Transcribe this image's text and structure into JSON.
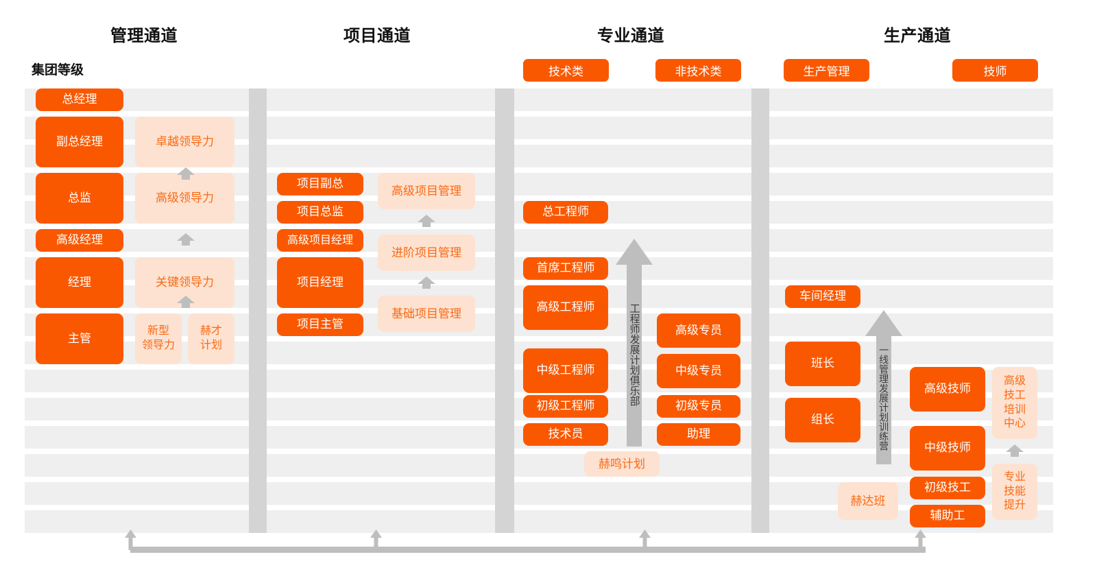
{
  "meta": {
    "grade_axis_label": "集团等级",
    "colors": {
      "primary_orange": "#FA5800",
      "pale_peach": "#FDE2D1",
      "peach_text": "#F96A15",
      "row_band": "#EFEFEF",
      "divider_gray": "#D4D4D4",
      "arrow_gray": "#BEBEBE"
    }
  },
  "channels": [
    {
      "id": "management",
      "title": "管理通道"
    },
    {
      "id": "project",
      "title": "项目通道"
    },
    {
      "id": "professional",
      "title": "专业通道"
    },
    {
      "id": "production",
      "title": "生产通道"
    }
  ],
  "categories": [
    {
      "id": "technical",
      "label": "技术类"
    },
    {
      "id": "non-technical",
      "label": "非技术类"
    },
    {
      "id": "prod-management",
      "label": "生产管理"
    },
    {
      "id": "technician",
      "label": "技师"
    }
  ],
  "roles": {
    "management": [
      {
        "label": "总经理"
      },
      {
        "label": "副总经理"
      },
      {
        "label": "总监"
      },
      {
        "label": "高级经理"
      },
      {
        "label": "经理"
      },
      {
        "label": "主管"
      }
    ],
    "project": [
      {
        "label": "项目副总"
      },
      {
        "label": "项目总监"
      },
      {
        "label": "高级项目经理"
      },
      {
        "label": "项目经理"
      },
      {
        "label": "项目主管"
      }
    ],
    "technical": [
      {
        "label": "总工程师"
      },
      {
        "label": "首席工程师"
      },
      {
        "label": "高级工程师"
      },
      {
        "label": "中级工程师"
      },
      {
        "label": "初级工程师"
      },
      {
        "label": "技术员"
      }
    ],
    "non_technical": [
      {
        "label": "高级专员"
      },
      {
        "label": "中级专员"
      },
      {
        "label": "初级专员"
      },
      {
        "label": "助理"
      }
    ],
    "production_management": [
      {
        "label": "车间经理"
      },
      {
        "label": "班长"
      },
      {
        "label": "组长"
      }
    ],
    "technician": [
      {
        "label": "高级技师"
      },
      {
        "label": "中级技师"
      },
      {
        "label": "初级技工"
      },
      {
        "label": "辅助工"
      }
    ]
  },
  "programs": {
    "management": [
      {
        "label": "卓越领导力"
      },
      {
        "label": "高级领导力"
      },
      {
        "label": "关键领导力"
      },
      {
        "label": "新型\n领导力"
      },
      {
        "label": "赫才\n计划"
      }
    ],
    "project": [
      {
        "label": "高级项目管理"
      },
      {
        "label": "进阶项目管理"
      },
      {
        "label": "基础项目管理"
      }
    ],
    "professional": [
      {
        "label": "赫鸣计划"
      }
    ],
    "production": [
      {
        "label": "赫达班"
      }
    ],
    "technician": [
      {
        "label": "高级\n技工\n培训\n中心"
      },
      {
        "label": "专业\n技能\n提升"
      }
    ]
  },
  "tracks": [
    {
      "id": "engineer-club",
      "label": "工程师发展计划俱乐部"
    },
    {
      "id": "frontline-camp",
      "label": "一线管理发展计划训练营"
    }
  ]
}
